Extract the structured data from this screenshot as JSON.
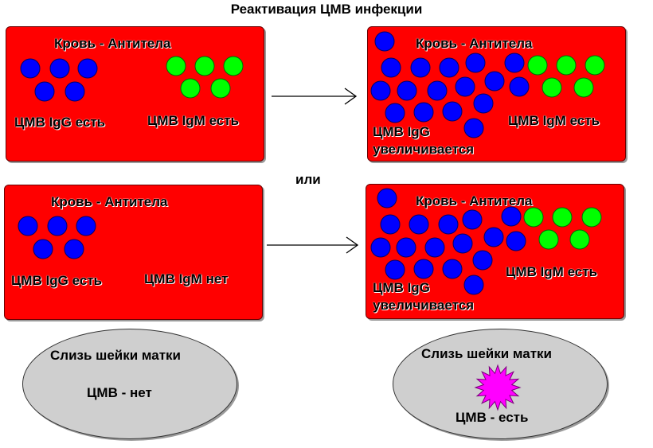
{
  "title": "Реактивация ЦМВ инфекции",
  "separator": "или",
  "colors": {
    "panel": "#ff0000",
    "igg": "#0000ff",
    "igm": "#00ff00",
    "virus": "#ff00ff",
    "mucus": "#cfcfcf"
  },
  "panels": {
    "top_left": {
      "header": "Кровь - Антитела",
      "igg_label": "ЦМВ IgG есть",
      "igm_label": "ЦМВ IgM есть"
    },
    "top_right": {
      "header": "Кровь - Антитела",
      "igg_label_1": "ЦМВ IgG",
      "igg_label_2": "увеличивается",
      "igm_label": "ЦМВ IgM есть"
    },
    "bottom_left": {
      "header": "Кровь - Антитела",
      "igg_label": "ЦМВ IgG есть",
      "igm_label": "ЦМВ IgM нет"
    },
    "bottom_right": {
      "header": "Кровь - Антитела",
      "igg_label_1": "ЦМВ IgG",
      "igg_label_2": "увеличивается",
      "igm_label": "ЦМВ IgM есть"
    }
  },
  "mucus": {
    "left": {
      "title": "Слизь шейки матки",
      "status": "ЦМВ - нет"
    },
    "right": {
      "title": "Слизь шейки матки",
      "status": "ЦМВ - есть"
    }
  }
}
